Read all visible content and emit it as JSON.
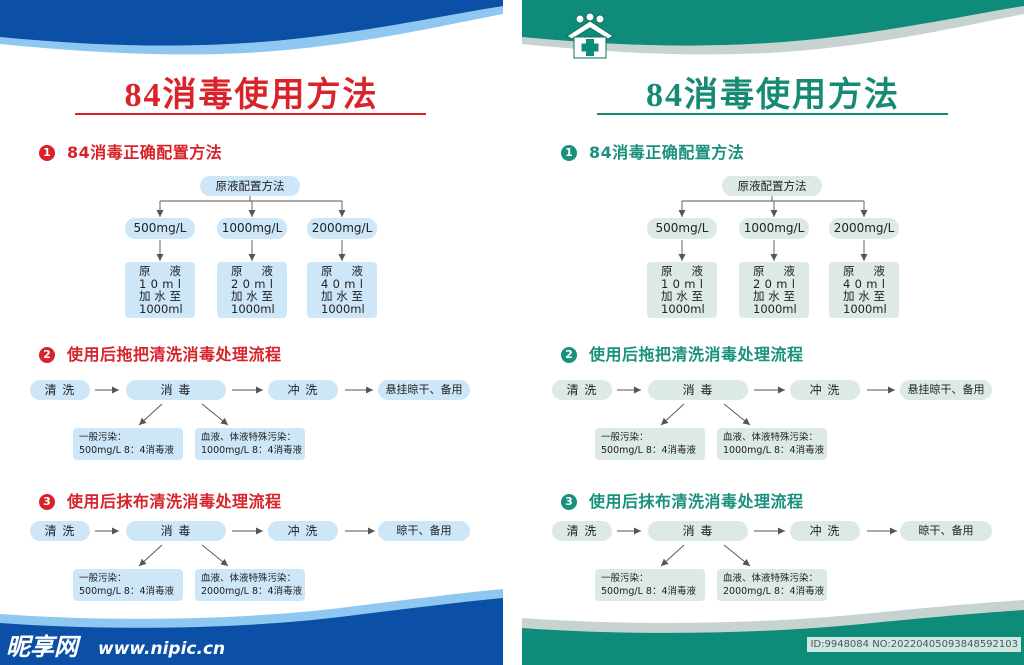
{
  "panels": [
    {
      "colors": {
        "header": "#0b4fa6",
        "band": "#8ec8f0",
        "title": "#d8232a",
        "accent": "#d8232a",
        "box": "#cde6f8"
      },
      "title": "84消毒使用方法",
      "section1": {
        "number": "1",
        "heading": "84消毒正确配置方法",
        "root": "原液配置方法",
        "items": [
          {
            "concentration": "500mg/L",
            "lines": [
              "原 液",
              "1 0 m l",
              "加 水 至",
              "1000ml"
            ]
          },
          {
            "concentration": "1000mg/L",
            "lines": [
              "原 液",
              "2 0 m l",
              "加 水 至",
              "1000ml"
            ]
          },
          {
            "concentration": "2000mg/L",
            "lines": [
              "原 液",
              "4 0 m l",
              "加 水 至",
              "1000ml"
            ]
          }
        ]
      },
      "section2": {
        "number": "2",
        "heading": "使用后拖把清洗消毒处理流程",
        "steps": [
          "清 洗",
          "消 毒",
          "冲 洗",
          "悬挂晾干、备用"
        ],
        "cases": [
          {
            "title": "一般污染：",
            "detail": "500mg/L 8：4消毒液"
          },
          {
            "title": "血液、体液特殊污染：",
            "detail": "1000mg/L 8：4消毒液"
          }
        ]
      },
      "section3": {
        "number": "3",
        "heading": "使用后抹布清洗消毒处理流程",
        "steps": [
          "清 洗",
          "消 毒",
          "冲 洗",
          "晾干、备用"
        ],
        "cases": [
          {
            "title": "一般污染：",
            "detail": "500mg/L 8：4消毒液"
          },
          {
            "title": "血液、体液特殊污染：",
            "detail": "2000mg/L 8：4消毒液"
          }
        ]
      }
    },
    {
      "colors": {
        "header": "#0e8c79",
        "band": "#c7d3d1",
        "title": "#178a74",
        "accent": "#1a917d",
        "box": "#dce9e6"
      },
      "icons": {
        "logo": "medical-house-logo-icon"
      },
      "title": "84消毒使用方法",
      "section1": {
        "number": "1",
        "heading": "84消毒正确配置方法",
        "root": "原液配置方法",
        "items": [
          {
            "concentration": "500mg/L",
            "lines": [
              "原 液",
              "1 0 m l",
              "加 水 至",
              "1000ml"
            ]
          },
          {
            "concentration": "1000mg/L",
            "lines": [
              "原 液",
              "2 0 m l",
              "加 水 至",
              "1000ml"
            ]
          },
          {
            "concentration": "2000mg/L",
            "lines": [
              "原 液",
              "4 0 m l",
              "加 水 至",
              "1000ml"
            ]
          }
        ]
      },
      "section2": {
        "number": "2",
        "heading": "使用后拖把清洗消毒处理流程",
        "steps": [
          "清 洗",
          "消 毒",
          "冲 洗",
          "悬挂晾干、备用"
        ],
        "cases": [
          {
            "title": "一般污染：",
            "detail": "500mg/L 8：4消毒液"
          },
          {
            "title": "血液、体液特殊污染：",
            "detail": "1000mg/L 8：4消毒液"
          }
        ]
      },
      "section3": {
        "number": "3",
        "heading": "使用后抹布清洗消毒处理流程",
        "steps": [
          "清 洗",
          "消 毒",
          "冲 洗",
          "晾干、备用"
        ],
        "cases": [
          {
            "title": "一般污染：",
            "detail": "500mg/L 8：4消毒液"
          },
          {
            "title": "血液、体液特殊污染：",
            "detail": "2000mg/L 8：4消毒液"
          }
        ]
      }
    }
  ],
  "watermark": {
    "site_name": "昵享网",
    "url": "www.nipic.cn",
    "id_text": "ID:9948084 NO:20220405093848592103"
  }
}
